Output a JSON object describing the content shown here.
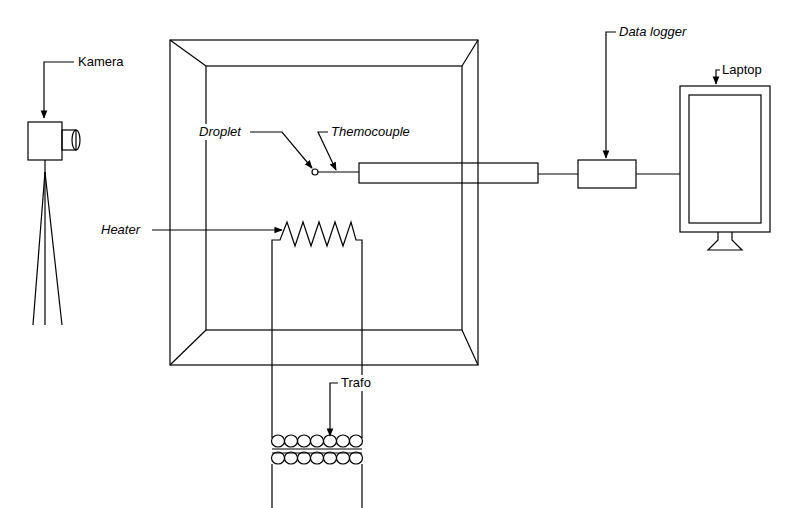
{
  "diagram": {
    "labels": [
      "Kamera",
      "Heater",
      "Droplet",
      "Themocouple",
      "Data logger",
      "Laptop",
      "Trafo"
    ]
  }
}
